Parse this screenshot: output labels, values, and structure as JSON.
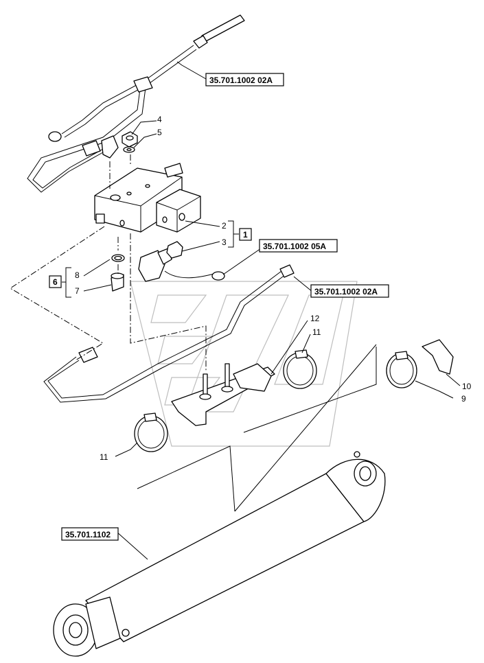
{
  "references": {
    "ref_top": "35.701.1002 02A",
    "ref_sensor": "35.701.1002 05A",
    "ref_right": "35.701.1002 02A",
    "ref_cylinder": "35.701.1102"
  },
  "groups": {
    "group_1": "1",
    "group_6": "6"
  },
  "callouts": {
    "c2": "2",
    "c3": "3",
    "c4": "4",
    "c5": "5",
    "c7": "7",
    "c8": "8",
    "c9": "9",
    "c10": "10",
    "c11a": "11",
    "c11b": "11",
    "c12": "12"
  }
}
